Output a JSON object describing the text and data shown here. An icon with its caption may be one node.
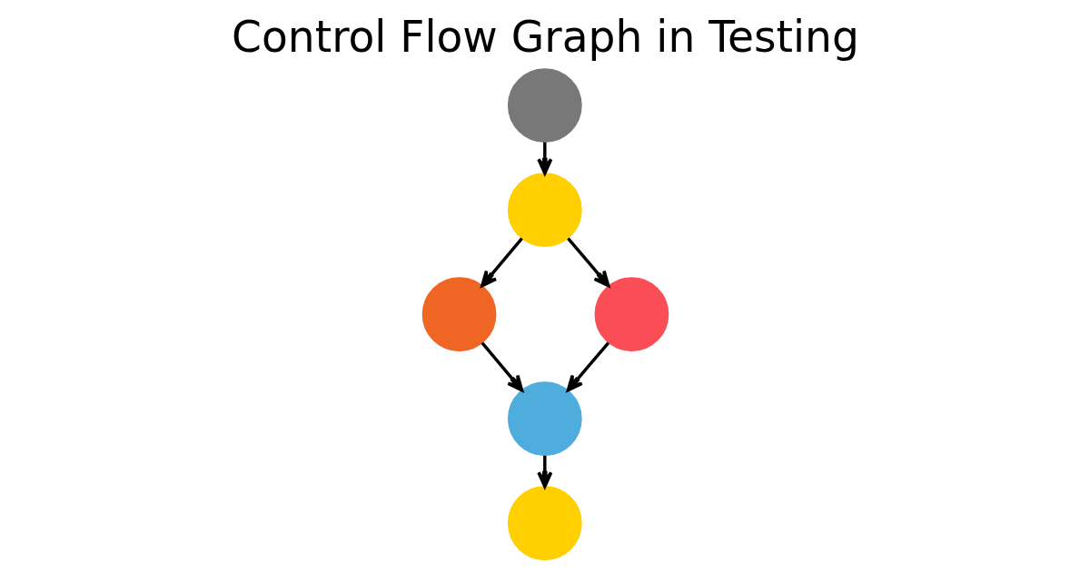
{
  "diagram": {
    "title": "Control Flow Graph in Testing",
    "nodes": [
      {
        "text": [],
        "shape": "circle"
      },
      {
        "text": [],
        "shape": "circle"
      },
      {
        "text": [],
        "shape": "circle"
      },
      {
        "text": [],
        "shape": "circle"
      },
      {
        "text": [],
        "shape": "circle"
      },
      {
        "text": [],
        "shape": "circle"
      }
    ],
    "edges": [
      {
        "from": 0,
        "to": 1,
        "arrow": "to"
      },
      {
        "from": 1,
        "to": 2,
        "arrow": "to"
      },
      {
        "from": 1,
        "to": 3,
        "arrow": "to"
      },
      {
        "from": 2,
        "to": 4,
        "arrow": "to"
      },
      {
        "from": 3,
        "to": 4,
        "arrow": "to"
      },
      {
        "from": 4,
        "to": 5,
        "arrow": "to"
      }
    ]
  }
}
